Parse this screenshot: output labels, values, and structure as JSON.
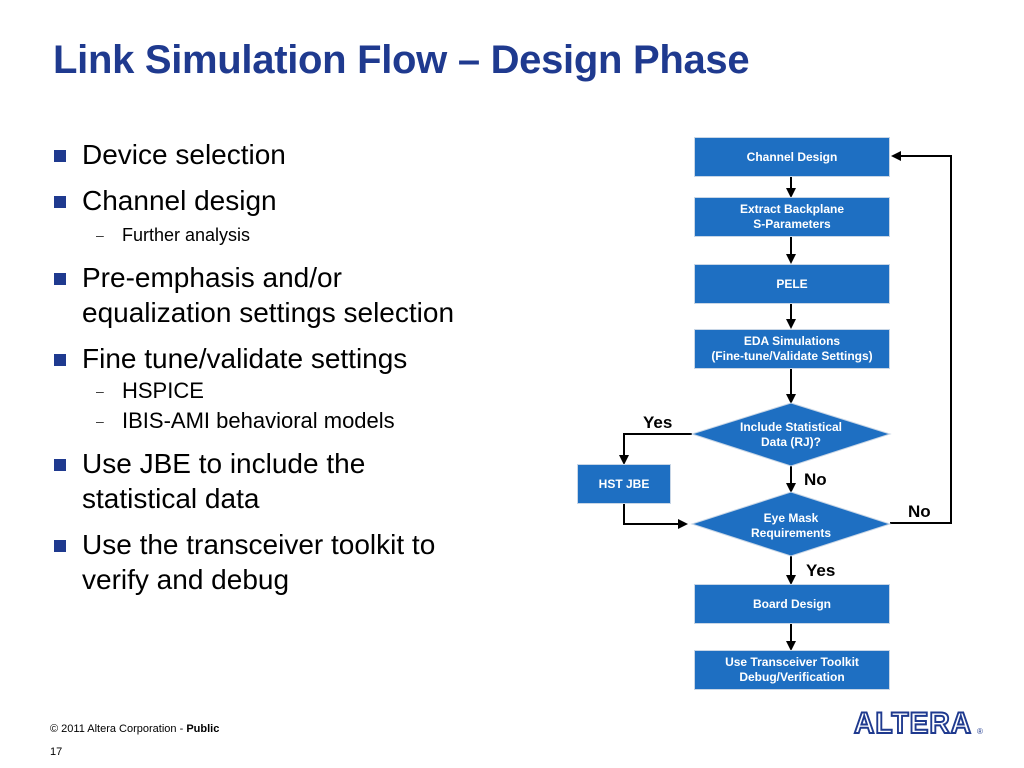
{
  "slide": {
    "title": "Link Simulation Flow – Design Phase",
    "bullets": {
      "device": "Device selection",
      "channel": "Channel design",
      "channel_sub": "Further analysis",
      "preemph_line1": "Pre-emphasis and/or",
      "preemph_line2": "equalization settings selection",
      "finetune": "Fine tune/validate settings",
      "finetune_sub1": "HSPICE",
      "finetune_sub2": "IBIS-AMI behavioral models",
      "jbe_line1": "Use JBE to include the",
      "jbe_line2": "statistical data",
      "toolkit_line1": "Use the transceiver toolkit to",
      "toolkit_line2": "verify and debug"
    },
    "sub_marker": "–"
  },
  "flowchart": {
    "channel_design": "Channel Design",
    "extract_line1": "Extract Backplane",
    "extract_line2": "S-Parameters",
    "pele": "PELE",
    "eda_line1": "EDA Simulations",
    "eda_line2": "(Fine-tune/Validate Settings)",
    "include_line1": "Include Statistical",
    "include_line2": "Data (RJ)?",
    "hst_jbe": "HST JBE",
    "eye_line1": "Eye Mask",
    "eye_line2": "Requirements",
    "board_design": "Board Design",
    "toolkit_line1": "Use Transceiver Toolkit",
    "toolkit_line2": "Debug/Verification",
    "label_yes_left": "Yes",
    "label_no_middle": "No",
    "label_no_right": "No",
    "label_yes_bottom": "Yes",
    "box_color": "#1e6fc2"
  },
  "footer": {
    "copyright": "© 2011 Altera Corporation - ",
    "classification": "Public",
    "page_number": "17",
    "logo_text": "ALTERA",
    "logo_mark": "®",
    "logo_color": "#1f3a8f"
  }
}
